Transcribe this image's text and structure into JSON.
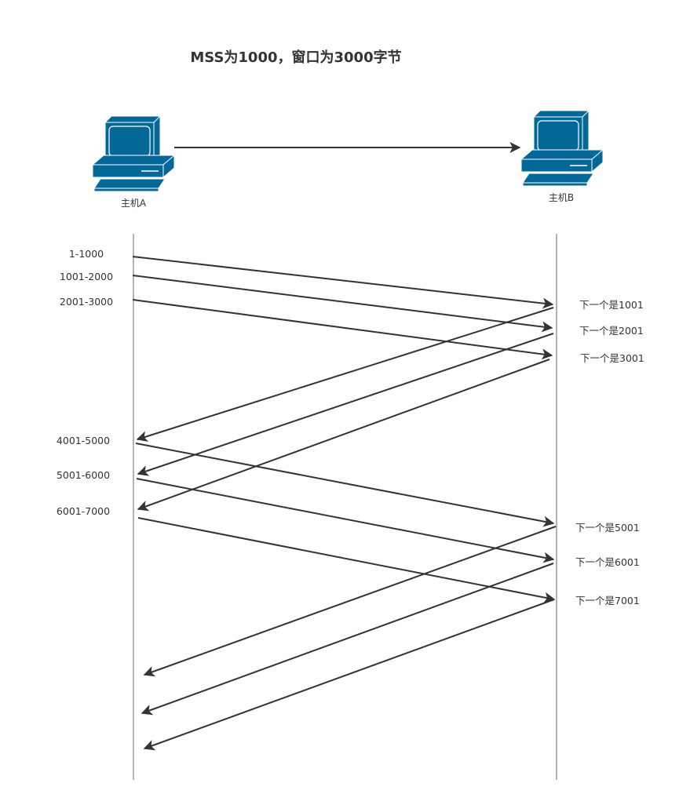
{
  "title": "MSS为1000，窗口为3000字节",
  "hosts": {
    "a": {
      "label": "主机A",
      "icon": "desktop-computer-icon"
    },
    "b": {
      "label": "主机B",
      "icon": "desktop-computer-icon"
    }
  },
  "segments": [
    {
      "label": "1-1000"
    },
    {
      "label": "1001-2000"
    },
    {
      "label": "2001-3000"
    },
    {
      "label": "4001-5000"
    },
    {
      "label": "5001-6000"
    },
    {
      "label": "6001-7000"
    }
  ],
  "acks": [
    {
      "label": "下一个是1001"
    },
    {
      "label": "下一个是2001"
    },
    {
      "label": "下一个是3001"
    },
    {
      "label": "下一个是5001"
    },
    {
      "label": "下一个是6001"
    },
    {
      "label": "下一个是7001"
    }
  ],
  "colors": {
    "computer_fill": "#036897",
    "computer_stroke": "#ffffff",
    "line": "#333333",
    "timeline": "#b3b3b3"
  }
}
